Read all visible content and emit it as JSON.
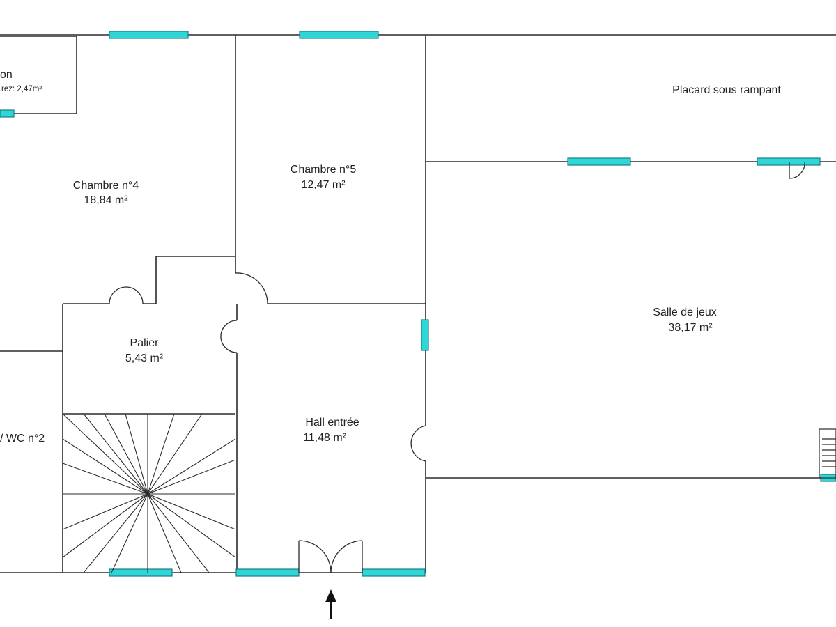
{
  "colors": {
    "window": "#2fd6d6",
    "wall": "#2b2b2b",
    "background": "#ffffff"
  },
  "icons": {
    "entrance": "arrow-up-icon"
  },
  "rooms": {
    "top_left_cut": {
      "name": "on",
      "sub": "rez: 2,47m²"
    },
    "chambre4": {
      "name": "Chambre n°4",
      "area": "18,84  m²"
    },
    "chambre5": {
      "name": "Chambre n°5",
      "area": "12,47  m²"
    },
    "placard": {
      "name": "Placard sous rampant"
    },
    "salle_jeux": {
      "name": "Salle de jeux",
      "area": "38,17  m²"
    },
    "palier": {
      "name": "Palier",
      "area": "5,43  m²"
    },
    "hall": {
      "name": "Hall entrée",
      "area": "11,48  m²"
    },
    "sdb_cut": {
      "name": "/ WC n°2"
    }
  }
}
